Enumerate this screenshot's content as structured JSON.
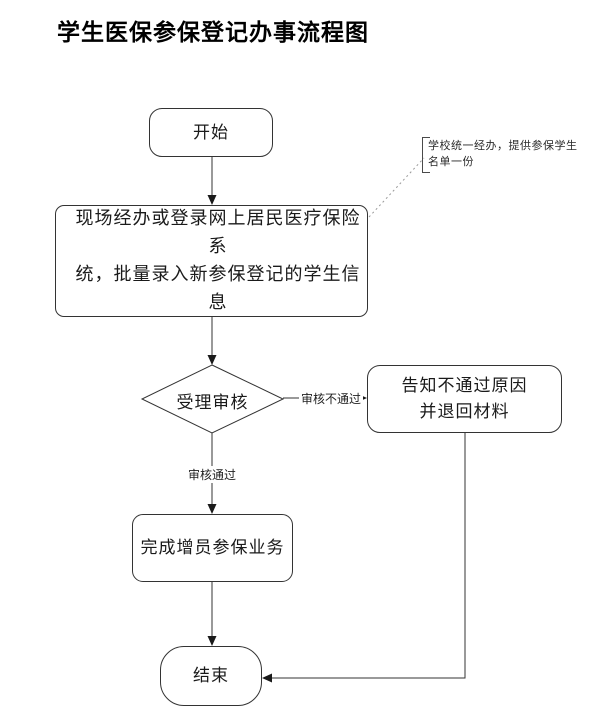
{
  "page": {
    "title": "学生医保参保登记办事流程图"
  },
  "flowchart": {
    "start": {
      "label": "开始",
      "shape": "rounded-rectangle"
    },
    "main_step": {
      "shape": "rounded-rectangle",
      "lines": [
        "现场经办或登录网上居民医疗保险系",
        "统，批量录入新参保登记的学生信息"
      ]
    },
    "annotation": {
      "lines": [
        "学校统一经办，提供参保学生",
        "名单一份"
      ],
      "connector": "dotted-line"
    },
    "decision": {
      "label": "受理审核",
      "shape": "diamond"
    },
    "edge_labels": {
      "reject": "审核不通过",
      "approve": "审核通过"
    },
    "reject_step": {
      "shape": "rounded-rectangle",
      "lines": [
        "告知不通过原因",
        "并退回材料"
      ]
    },
    "complete_step": {
      "label": "完成增员参保业务",
      "shape": "rounded-rectangle"
    },
    "end": {
      "label": "结束",
      "shape": "rounded-rectangle"
    }
  },
  "colors": {
    "background": "#ffffff",
    "line": "#333333",
    "arrowhead": "#1a1a1a",
    "text": "#1a1a1a",
    "dotted_line": "#9a9a9a"
  }
}
